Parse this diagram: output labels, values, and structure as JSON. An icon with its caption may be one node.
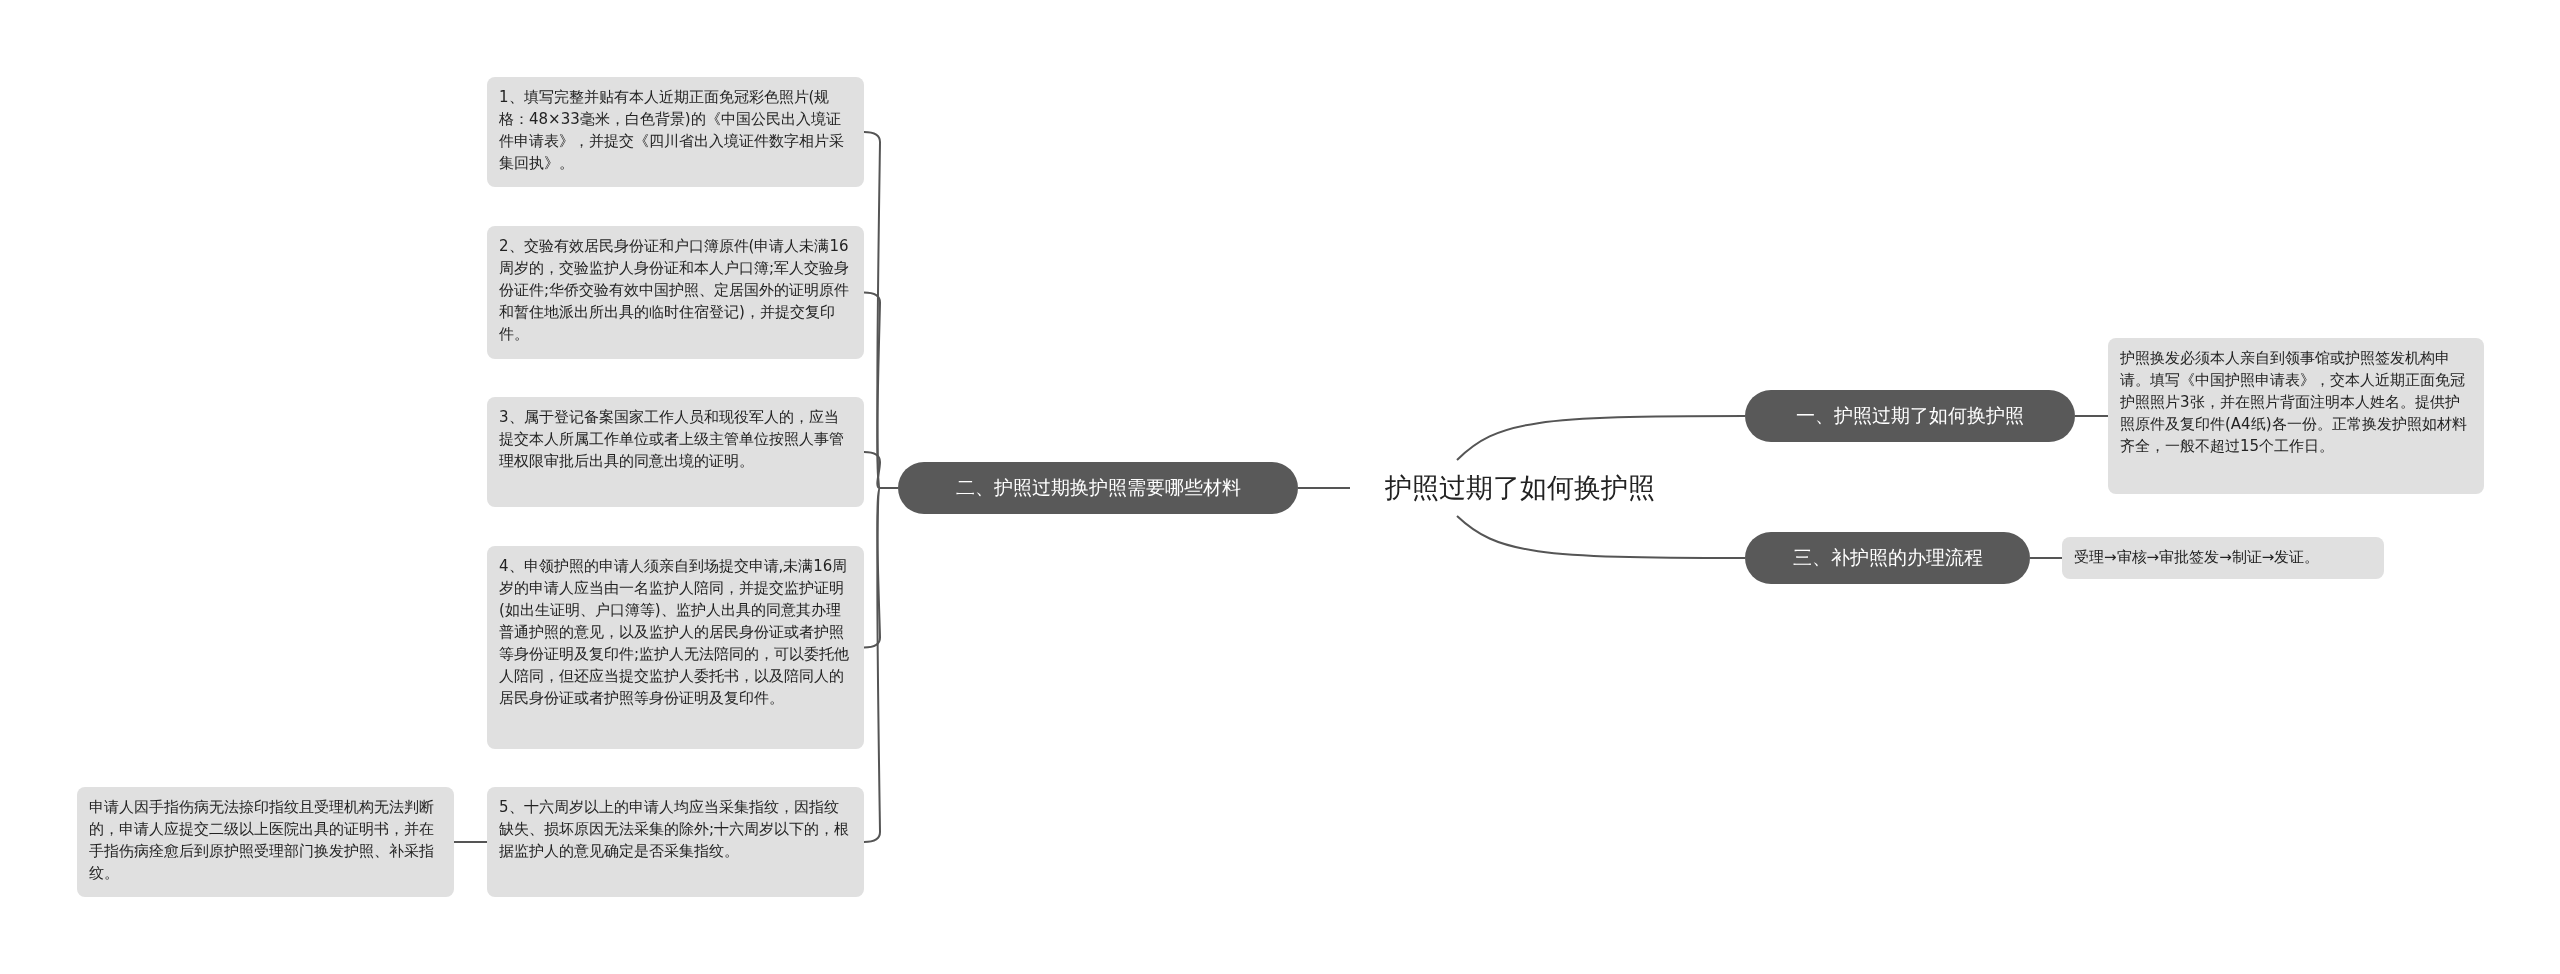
{
  "diagram": {
    "nodes": [
      {
        "text": [
          "护照过期了如何换护照"
        ]
      },
      {
        "text": [
          "一、护照过期了如何换护照"
        ]
      },
      {
        "text": [
          "护照换发必须本人亲自到领事馆或护照签发机构申请。填写《中国护照申请表》，交本人近期正面免冠护照照片3张，并在照片背面注明本人姓名。提供护照原件及复印件(A4纸)各一份。正常换发护照如材料齐全，一般不超过15个工作日。"
        ]
      },
      {
        "text": [
          "二、护照过期换护照需要哪些材料"
        ]
      },
      {
        "text": [
          "1、填写完整并贴有本人近期正面免冠彩色照片(规格：48×33毫米，白色背景)的《中国公民出入境证件申请表》，并提交《四川省出入境证件数字相片采集回执》。"
        ]
      },
      {
        "text": [
          "2、交验有效居民身份证和户口簿原件(申请人未满16周岁的，交验监护人身份证和本人户口簿;军人交验身份证件;华侨交验有效中国护照、定居国外的证明原件和暂住地派出所出具的临时住宿登记)，并提交复印件。"
        ]
      },
      {
        "text": [
          "3、属于登记备案国家工作人员和现役军人的，应当提交本人所属工作单位或者上级主管单位按照人事管理权限审批后出具的同意出境的证明。"
        ]
      },
      {
        "text": [
          "4、申领护照的申请人须亲自到场提交申请,未满16周岁的申请人应当由一名监护人陪同，并提交监护证明(如出生证明、户口簿等)、监护人出具的同意其办理普通护照的意见，以及监护人的居民身份证或者护照等身份证明及复印件;监护人无法陪同的，可以委托他人陪同，但还应当提交监护人委托书，以及陪同人的居民身份证或者护照等身份证明及复印件。"
        ]
      },
      {
        "text": [
          "5、十六周岁以上的申请人均应当采集指纹，因指纹缺失、损坏原因无法采集的除外;十六周岁以下的，根据监护人的意见确定是否采集指纹。"
        ]
      },
      {
        "text": [
          "申请人因手指伤病无法捺印指纹且受理机构无法判断的，申请人应提交二级以上医院出具的证明书，并在手指伤病痊愈后到原护照受理部门换发护照、补采指纹。"
        ]
      },
      {
        "text": [
          "三、补护照的办理流程"
        ]
      },
      {
        "text": [
          "受理→审核→审批签发→制证→发证。"
        ]
      }
    ],
    "edges": [
      {
        "from": 0,
        "to": 1,
        "arrow": "none"
      },
      {
        "from": 1,
        "to": 2,
        "arrow": "none"
      },
      {
        "from": 0,
        "to": 3,
        "arrow": "none"
      },
      {
        "from": 3,
        "to": 4,
        "arrow": "none"
      },
      {
        "from": 3,
        "to": 5,
        "arrow": "none"
      },
      {
        "from": 3,
        "to": 6,
        "arrow": "none"
      },
      {
        "from": 3,
        "to": 7,
        "arrow": "none"
      },
      {
        "from": 3,
        "to": 8,
        "arrow": "none"
      },
      {
        "from": 8,
        "to": 9,
        "arrow": "none"
      },
      {
        "from": 0,
        "to": 10,
        "arrow": "none"
      },
      {
        "from": 10,
        "to": 11,
        "arrow": "none"
      }
    ]
  }
}
